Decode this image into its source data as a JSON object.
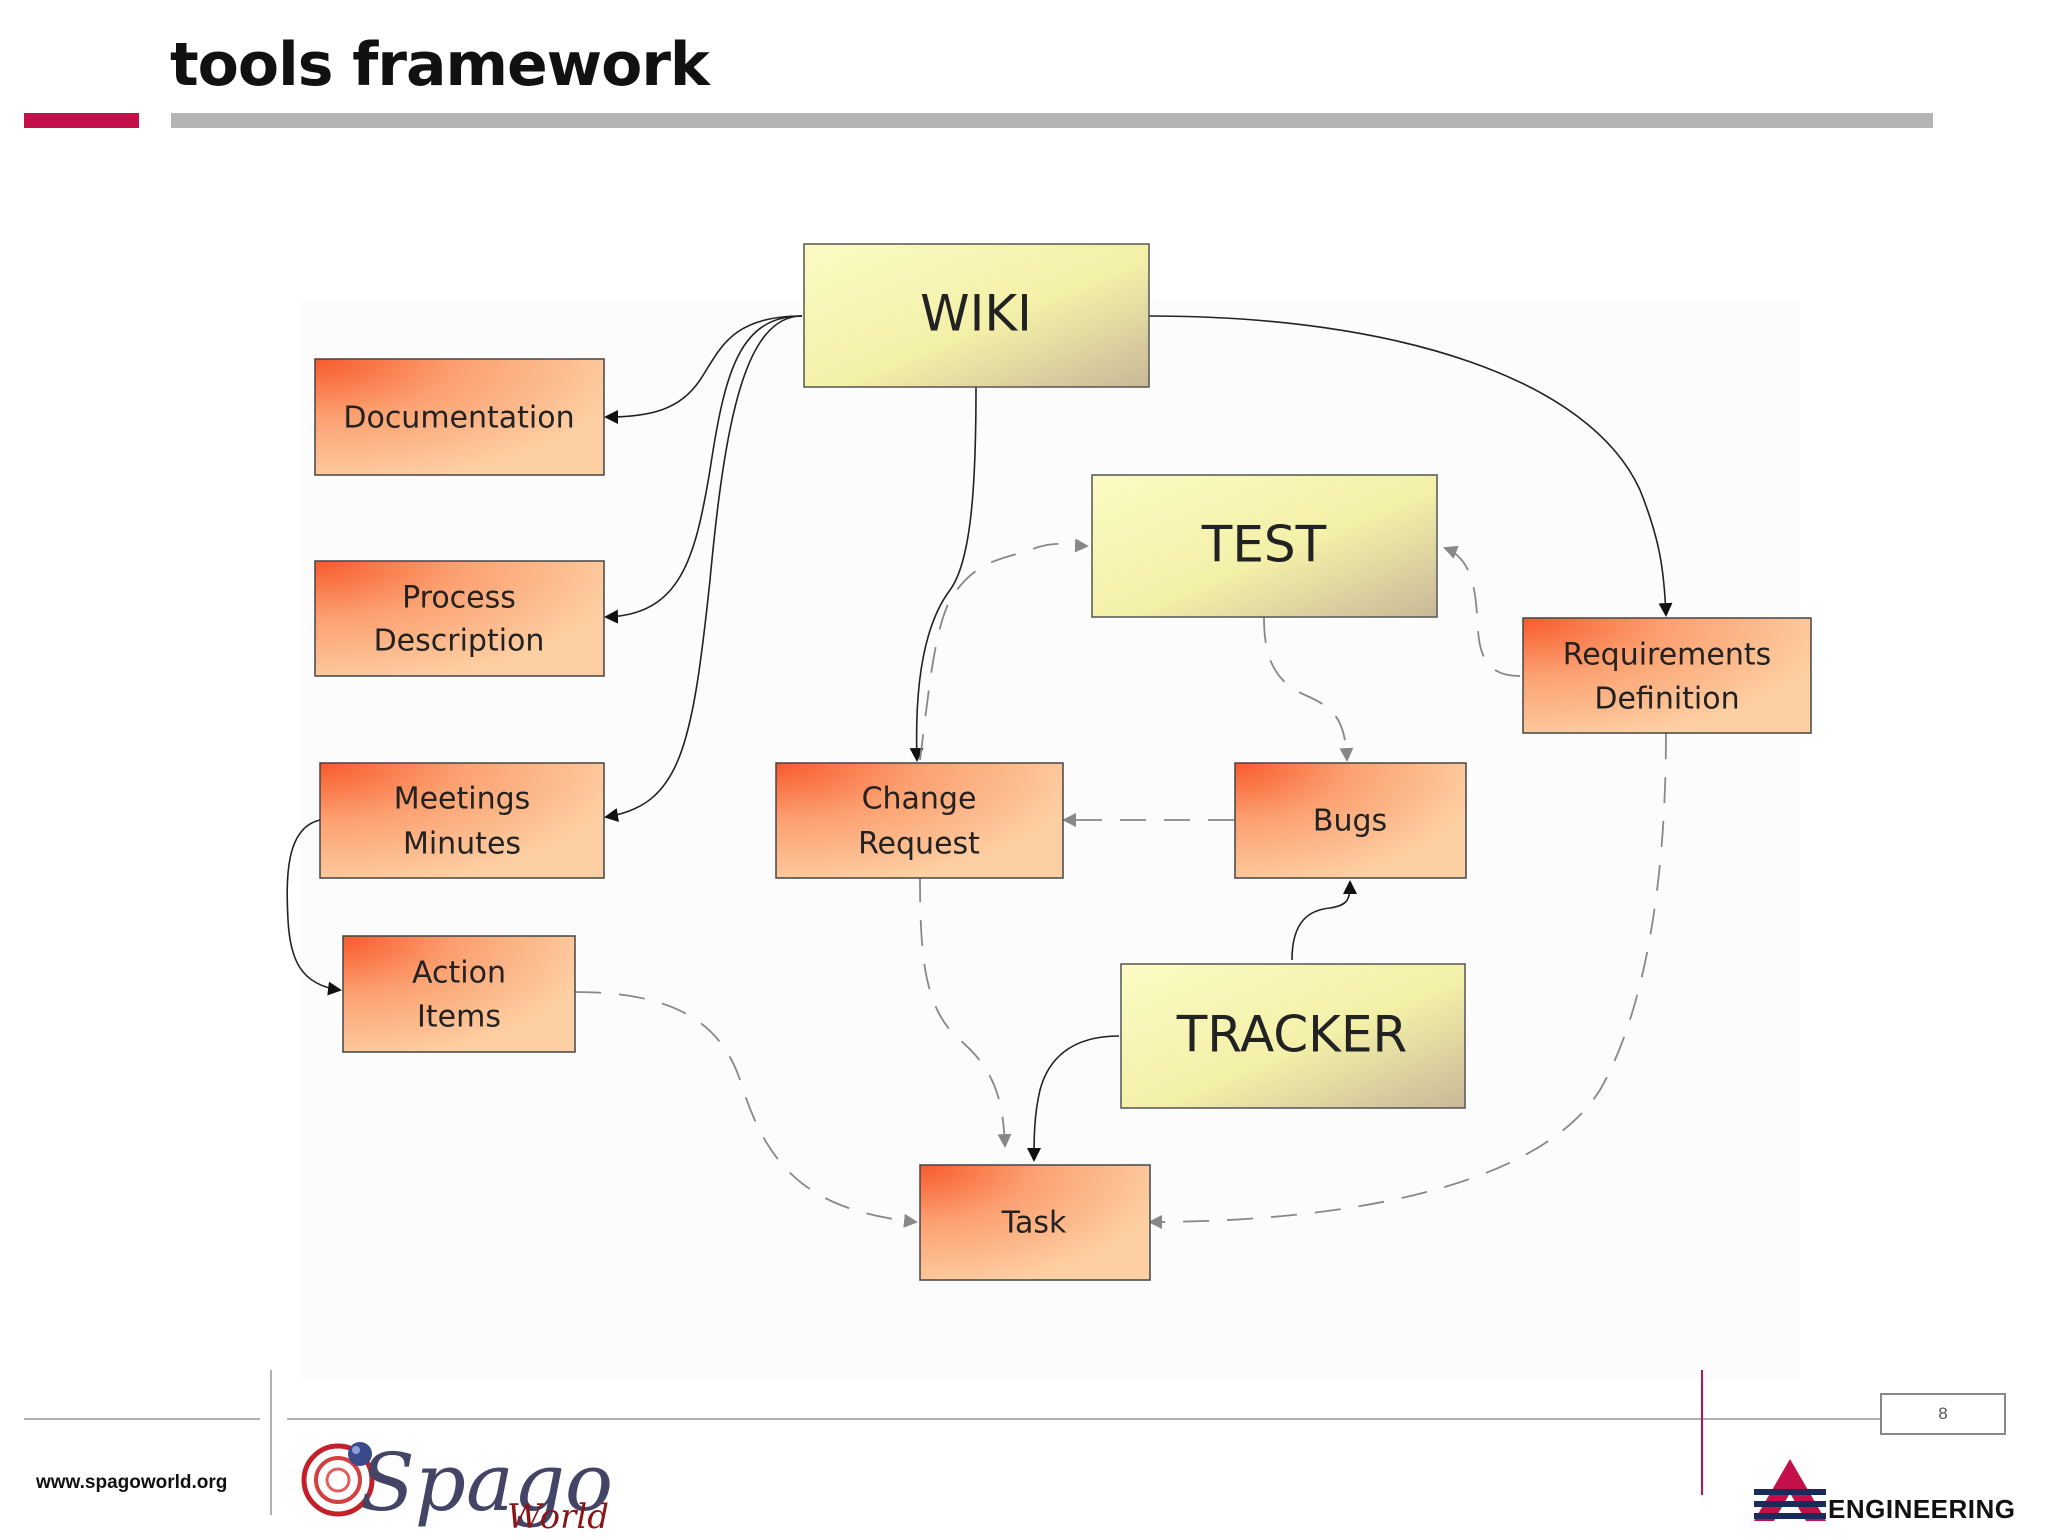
{
  "slide": {
    "title": "tools framework",
    "page_number": "8"
  },
  "footer": {
    "url": "www.spagoworld.org",
    "spago_logo_word": "Spago",
    "spago_logo_sub": "World",
    "engineering_logo": "ENGINEERING"
  },
  "colors": {
    "accent": "#c4104a",
    "rule": "#b4b4b4",
    "tool_node_fill": "#f7f5b0",
    "artifact_node_fill": "#fcb28a",
    "artifact_node_highlight": "#f86a3a"
  },
  "diagram": {
    "nodes": {
      "wiki": {
        "label": "WIKI"
      },
      "test": {
        "label": "TEST"
      },
      "tracker": {
        "label": "TRACKER"
      },
      "documentation": {
        "label": "Documentation"
      },
      "process": {
        "line1": "Process",
        "line2": "Description"
      },
      "meetings": {
        "line1": "Meetings",
        "line2": "Minutes"
      },
      "action": {
        "line1": "Action",
        "line2": "Items"
      },
      "change": {
        "line1": "Change",
        "line2": "Request"
      },
      "bugs": {
        "label": "Bugs"
      },
      "requirements": {
        "line1": "Requirements",
        "line2": "Definition"
      },
      "task": {
        "label": "Task"
      }
    }
  }
}
